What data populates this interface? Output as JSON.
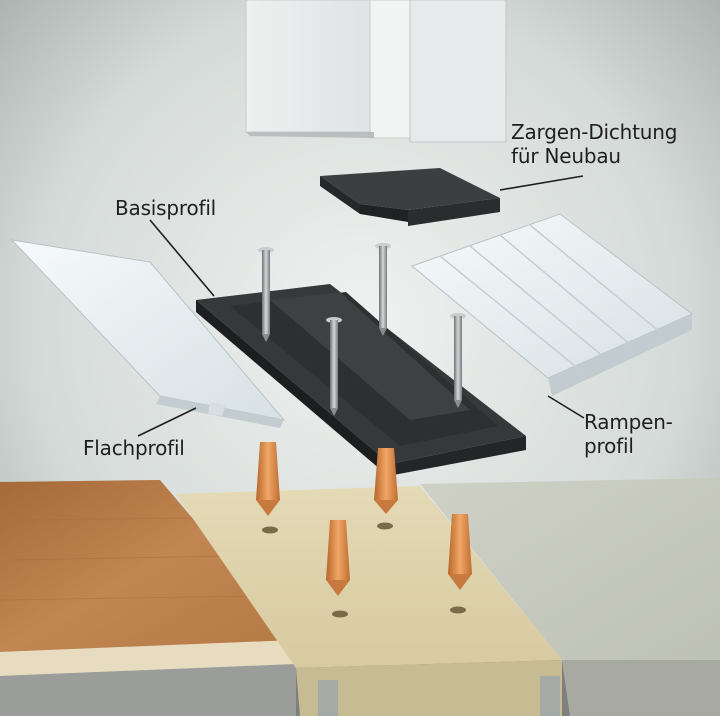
{
  "labels": {
    "zargen_line1": "Zargen-Dichtung",
    "zargen_line2": "für Neubau",
    "basisprofil": "Basisprofil",
    "flachprofil": "Flachprofil",
    "rampen_line1": "Rampen-",
    "rampen_line2": "profil"
  },
  "colors": {
    "background": "#d6dcd9",
    "wood_floor": "#b97d4a",
    "screed": "#e2d6b0",
    "concrete": "#c9cbbf",
    "base_profile": "#2f3132",
    "seal": "#3a3c3d",
    "aluminium_profile": "#e9eff1",
    "dowel": "#d98a4a",
    "screw": "#9b9fa1"
  }
}
